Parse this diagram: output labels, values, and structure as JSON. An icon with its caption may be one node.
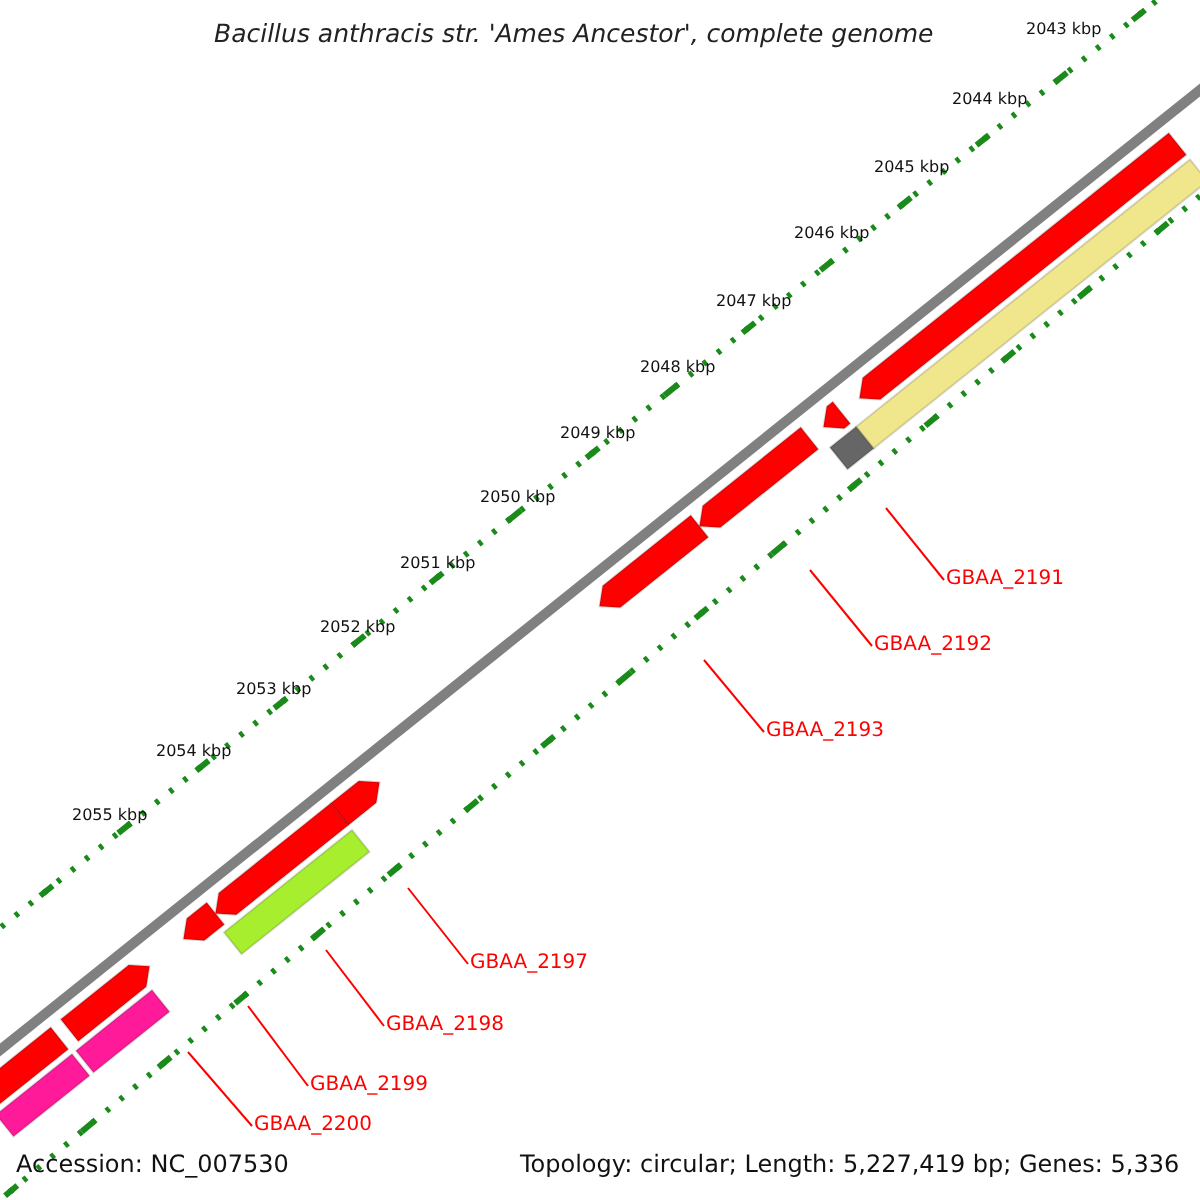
{
  "diagram": {
    "title": "Bacillus anthracis str. 'Ames Ancestor', complete genome",
    "nodes": [
      {
        "text": [
          "GBAA_2191"
        ]
      },
      {
        "text": [
          "GBAA_2192"
        ]
      },
      {
        "text": [
          "GBAA_2193"
        ]
      },
      {
        "text": [
          "GBAA_2197"
        ]
      },
      {
        "text": [
          "GBAA_2198"
        ]
      },
      {
        "text": [
          "GBAA_2199"
        ]
      },
      {
        "text": [
          "GBAA_2200"
        ]
      }
    ],
    "edges": [
      {
        "from": 0,
        "to": null,
        "arrow": "none"
      },
      {
        "from": 1,
        "to": null,
        "arrow": "none"
      },
      {
        "from": 2,
        "to": null,
        "arrow": "none"
      },
      {
        "from": 3,
        "to": null,
        "arrow": "none"
      },
      {
        "from": 4,
        "to": null,
        "arrow": "none"
      },
      {
        "from": 5,
        "to": null,
        "arrow": "none"
      },
      {
        "from": 6,
        "to": null,
        "arrow": "none"
      }
    ],
    "labels": [
      "2043 kbp",
      "2044 kbp",
      "2045 kbp",
      "2046 kbp",
      "2047 kbp",
      "2048 kbp",
      "2049 kbp",
      "2050 kbp",
      "2051 kbp",
      "2052 kbp",
      "2053 kbp",
      "2054 kbp",
      "2055 kbp",
      "Accession: NC_007530",
      "Topology: circular; Length: 5,227,419 bp; Genes: 5,336"
    ]
  }
}
